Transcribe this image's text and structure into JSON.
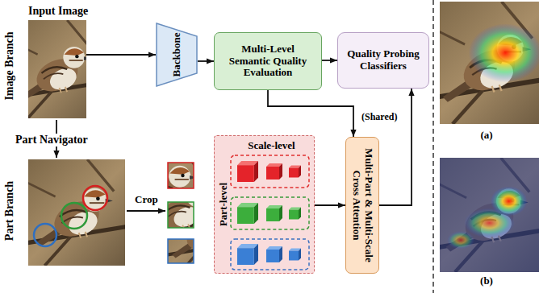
{
  "diagram": {
    "nodes": [
      {
        "text": [
          "Input Image"
        ]
      },
      {
        "text": [
          "Backbone"
        ]
      },
      {
        "text": [
          "Multi-Level Semantic Quality Evaluation"
        ]
      },
      {
        "text": [
          "Quality Probing Classifiers"
        ]
      },
      {
        "text": [
          "Scale-level",
          "Part-level"
        ]
      },
      {
        "text": [
          "Multi-Part & Multi-Scale Cross Attention"
        ]
      }
    ],
    "edges": [
      {
        "from": 0,
        "to": 1,
        "arrow": "to"
      },
      {
        "from": 1,
        "to": 2,
        "arrow": "to"
      },
      {
        "from": 2,
        "to": 3,
        "arrow": "to"
      },
      {
        "from": 2,
        "to": 5,
        "arrow": "to"
      },
      {
        "from": 4,
        "to": 5,
        "arrow": "to"
      },
      {
        "from": 5,
        "to": 3,
        "arrow": "to"
      }
    ],
    "labels": [
      "Image Branch",
      "Part Navigator",
      "Part Branch",
      "Crop",
      "(Shared)",
      "(a)",
      "(b)"
    ]
  }
}
